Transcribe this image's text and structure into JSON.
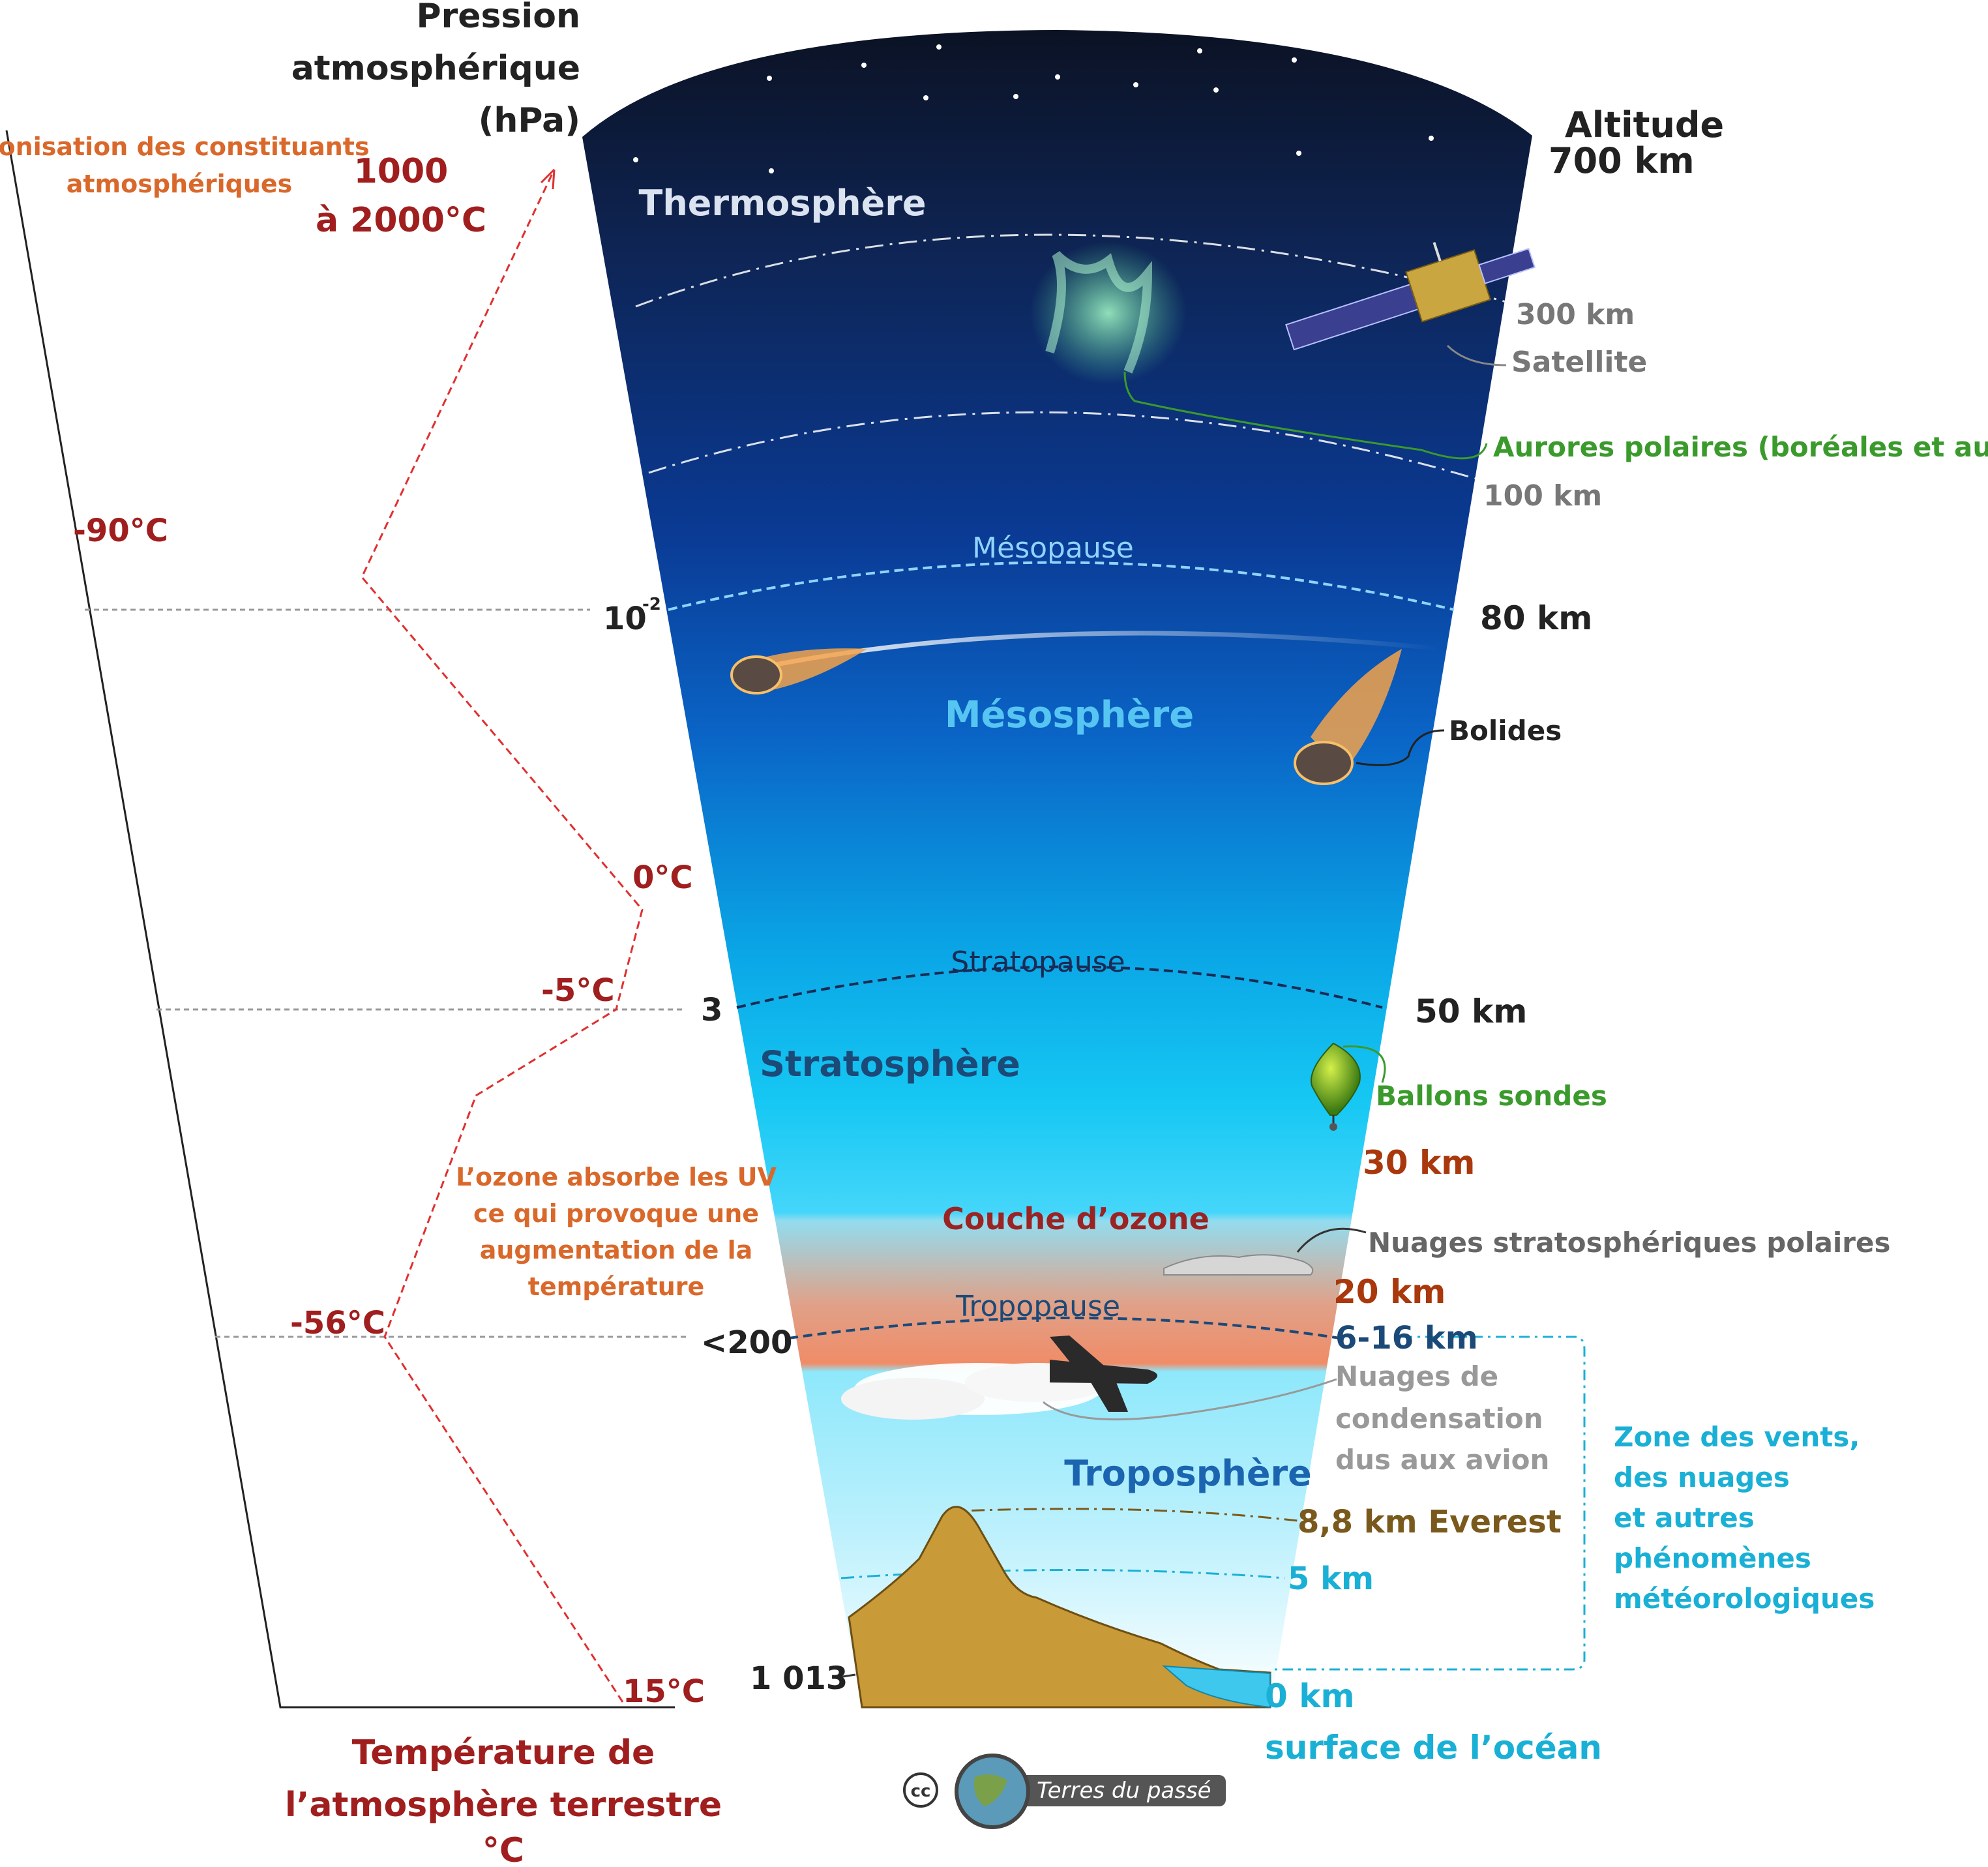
{
  "labels": {
    "pressure_title_1": "Pression",
    "pressure_title_2": "atmosphérique",
    "pressure_title_3": "(hPa)",
    "altitude_title": "Altitude",
    "alt_700": "700 km",
    "alt_300": "300 km",
    "alt_100": "100 km",
    "alt_80": "80 km",
    "alt_50": "50 km",
    "alt_30": "30 km",
    "alt_20": "20 km",
    "alt_6_16": "6-16 km",
    "alt_everest": "8,8 km Everest",
    "alt_5": "5 km",
    "alt_0": "0 km",
    "ocean_surface": "surface de l’océan",
    "pressure_10": "10",
    "pressure_10_exp": "-2",
    "pressure_3": "3",
    "pressure_200": "<200",
    "pressure_1013": "1 013",
    "layer_thermo": "Thermosphère",
    "layer_meso": "Mésosphère",
    "layer_strato": "Stratosphère",
    "layer_tropo": "Troposphère",
    "ozone_layer": "Couche d’ozone",
    "mesopause": "Mésopause",
    "stratopause": "Stratopause",
    "tropopause": "Tropopause",
    "satellite": "Satellite",
    "aurores": "Aurores polaires (boréales et australes)",
    "bolides": "Bolides",
    "ballons": "Ballons sondes",
    "nuages_strato": "Nuages stratosphériques polaires",
    "nuages_cond_1": "Nuages de",
    "nuages_cond_2": "condensation",
    "nuages_cond_3": "dus aux avion",
    "zone_vents_1": "Zone des vents,",
    "zone_vents_2": " des nuages",
    "zone_vents_3": "et autres",
    "zone_vents_4": "phénomènes",
    "zone_vents_5": "météorologiques",
    "ionisation_1": "Ionisation des constituants",
    "ionisation_2": "atmosphériques",
    "ozone_note_1": "L’ozone absorbe les UV",
    "ozone_note_2": "ce qui provoque une",
    "ozone_note_3": "augmentation de la",
    "ozone_note_4": "température",
    "temp_1000_1": "1000",
    "temp_1000_2": "à 2000°C",
    "temp_m90": "-90°C",
    "temp_0": "0°C",
    "temp_m5": "-5°C",
    "temp_m56": "-56°C",
    "temp_15": "15°C",
    "temp_axis_1": "Température de",
    "temp_axis_2": "l’atmosphère terrestre",
    "temp_axis_3": "°C",
    "logo_cc": "cc",
    "logo_text": "Terres du passé"
  },
  "colors": {
    "temperature": "#a01e1e",
    "orange_note": "#d9682a",
    "aurora_green": "#3a9a2c",
    "gray": "#777777",
    "cyan": "#1ab0d6",
    "everest": "#7a5a1c",
    "dark_blue": "#1b4a78"
  },
  "icons": [
    "satellite-icon",
    "aurora-icon",
    "bolide-icon",
    "balloon-icon",
    "plane-icon",
    "mountain-icon",
    "cloud-icon",
    "star-icon"
  ]
}
